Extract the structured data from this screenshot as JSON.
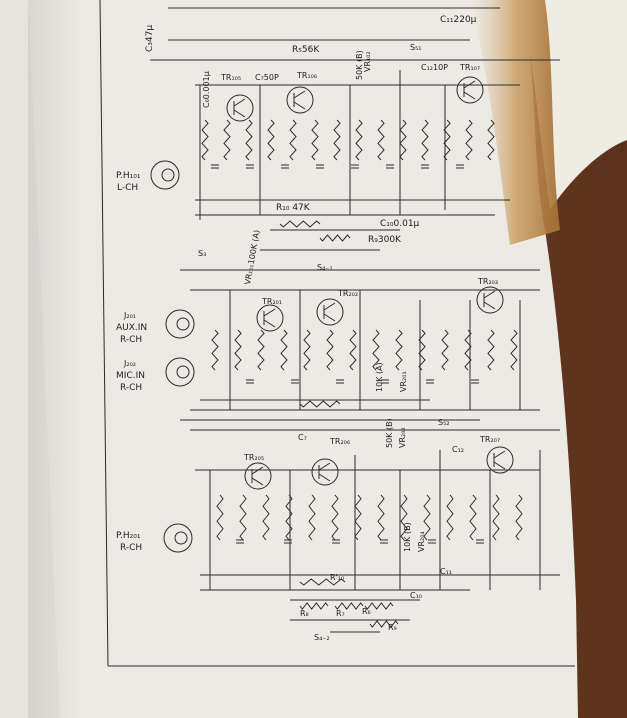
{
  "photo": {
    "paper_color": "#eceae4",
    "ink_color": "#2b2b2b",
    "stain_color": "#b8874d",
    "wood_color": "#7a4a2b"
  },
  "labels": {
    "r56k": "R₅56K",
    "c347": "C₃47μ",
    "c11_220": "C₁₁220μ",
    "sw1": "S₅₁",
    "vr102": "VR₁₀₂",
    "vr50k": "50K (B)",
    "tr105": "TR₁₀₅",
    "c750p": "C₇50P",
    "tr106": "TR₁₀₆",
    "c12_10p": "C₁₂10P",
    "tr107": "TR₁₀₇",
    "c6_0001": "C₆0.001μ",
    "ph101": "P.H₁₀₁",
    "lch": "L-CH",
    "r10_47k": "R₁₀ 47K",
    "c10_001": "C₁₀0.01μ",
    "r9_300k": "R₉300K",
    "s4_1": "S₄₋₁",
    "s3": "S₃",
    "vr101": "VR₁₀₁100K (A)",
    "tr201": "TR₂₀₁",
    "tr202": "TR₂₀₂",
    "tr203": "TR₂₀₃",
    "j201": "J₂₀₁",
    "auxin": "AUX.IN",
    "rch": "R-CH",
    "j202": "J₂₀₂",
    "micin": "MIC.IN",
    "vr201": "VR₂₀₁",
    "k10a": "10K (A)",
    "k50b": "50K (B)",
    "vr202": "VR₂₀₂",
    "s52": "S₅₂",
    "tr205": "TR₂₀₅",
    "tr206": "TR₂₀₆",
    "tr207": "TR₂₀₇",
    "c7": "C₇",
    "c12": "C₁₂",
    "ph201": "P.H₂₀₁",
    "vr204": "VR₂₀₄",
    "k10b": "10K (B)",
    "c11": "C₁₁",
    "r10": "R'₁₀",
    "c10": "C₁₀",
    "r8": "R₈",
    "r7": "R₇",
    "r6": "R₆",
    "r9": "R₉",
    "s42": "S₄₋₂",
    "k50kb": "50K (B)"
  }
}
